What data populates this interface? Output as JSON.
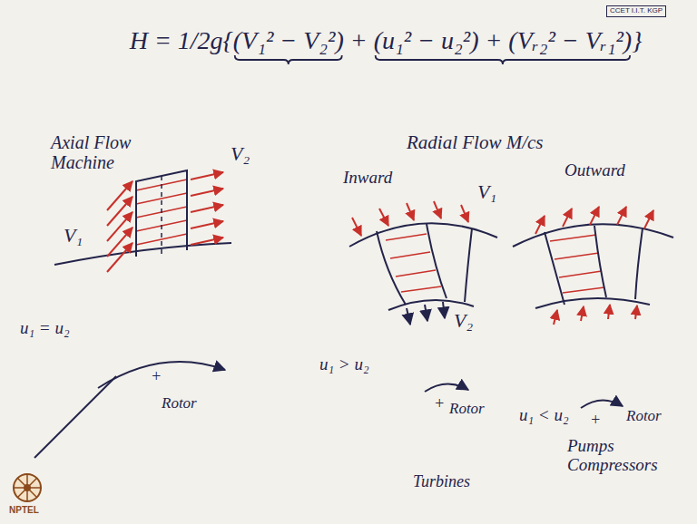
{
  "diagram": {
    "labels": [
      "H = 1/2g{(V₁² − V₂²) + (u₁² − u₂²) + (Vᵣ₂² − Vᵣ₁²)}",
      "CCET I.I.T. KGP",
      "Axial Flow Machine",
      "V₁",
      "V₂",
      "u₁ = u₂",
      "+",
      "Rotor",
      "Radial Flow M/cs",
      "Inward",
      "Outward",
      "V₁",
      "V₂",
      "u₁ > u₂",
      "+",
      "Rotor",
      "u₁ < u₂",
      "+",
      "Rotor",
      "Turbines",
      "Pumps Compressors",
      "NPTEL"
    ]
  }
}
